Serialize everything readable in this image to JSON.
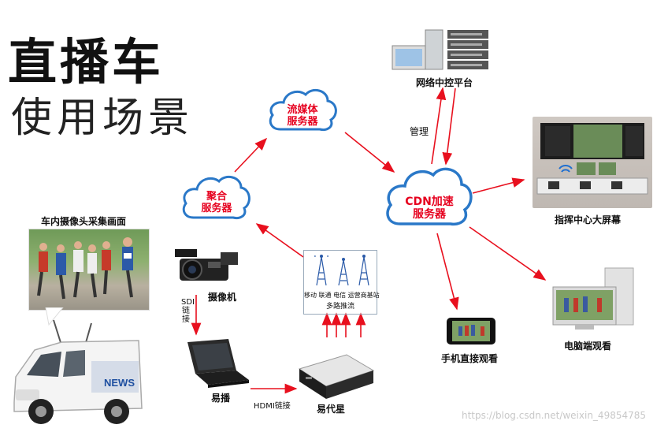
{
  "title": {
    "main": "直播车",
    "sub": "使用场景"
  },
  "clouds": {
    "streaming": "流媒体\n服务器",
    "aggregation": "聚合\n服务器",
    "cdn": "CDN加速\n服务器"
  },
  "labels": {
    "car_camera": "车内摄像头采集画面",
    "camera": "摄像机",
    "sdi": "SDI链接",
    "yibo": "易播",
    "hdmi": "HDMI链接",
    "yidaixing": "易代星",
    "carriers": "移动 联通 电信 运营商基站",
    "multipush": "多路推流",
    "network_platform": "网络中控平台",
    "manage": "管理",
    "command_center": "指挥中心大屏幕",
    "mobile": "手机直接观看",
    "pc": "电脑端观看",
    "news": "NEWS"
  },
  "watermark": "https://blog.csdn.net/weixin_49854785",
  "colors": {
    "arrow": "#e8101e",
    "cloud_stroke": "#2a78c8",
    "cloud_text": "#e6001e"
  }
}
